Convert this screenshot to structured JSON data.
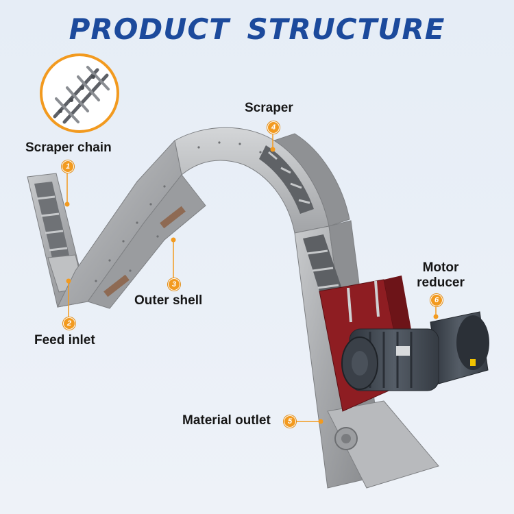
{
  "title": "PRODUCT  STRUCTURE",
  "labels": [
    {
      "num": "1",
      "text": "Scraper chain"
    },
    {
      "num": "2",
      "text": "Feed inlet"
    },
    {
      "num": "3",
      "text": "Outer shell"
    },
    {
      "num": "4",
      "text": "Scraper"
    },
    {
      "num": "5",
      "text": "Material outlet"
    },
    {
      "num": "6",
      "text": "Motor reducer"
    }
  ],
  "colors": {
    "title": "#1c4a9c",
    "accent": "#f29a1f",
    "frame": "#8e1d22",
    "motor": "#3f4650",
    "steel": "#a9abae"
  }
}
